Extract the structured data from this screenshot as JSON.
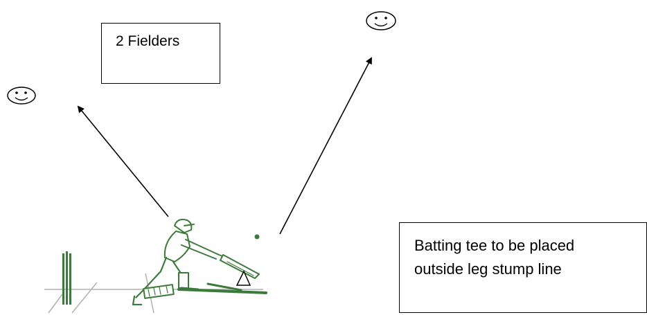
{
  "fielders_label": "2 Fielders",
  "tee_note": {
    "line1": "Batting tee to be placed",
    "line2": "outside leg stump line"
  },
  "colors": {
    "batsman_green": "#3c7a3a",
    "ink": "#000000",
    "crease": "#b0b0b0"
  },
  "icons": [
    "smiley-face-icon",
    "smiley-face-icon",
    "batting-tee-icon",
    "cricket-ball-icon",
    "stumps-icon",
    "batsman-figure"
  ]
}
